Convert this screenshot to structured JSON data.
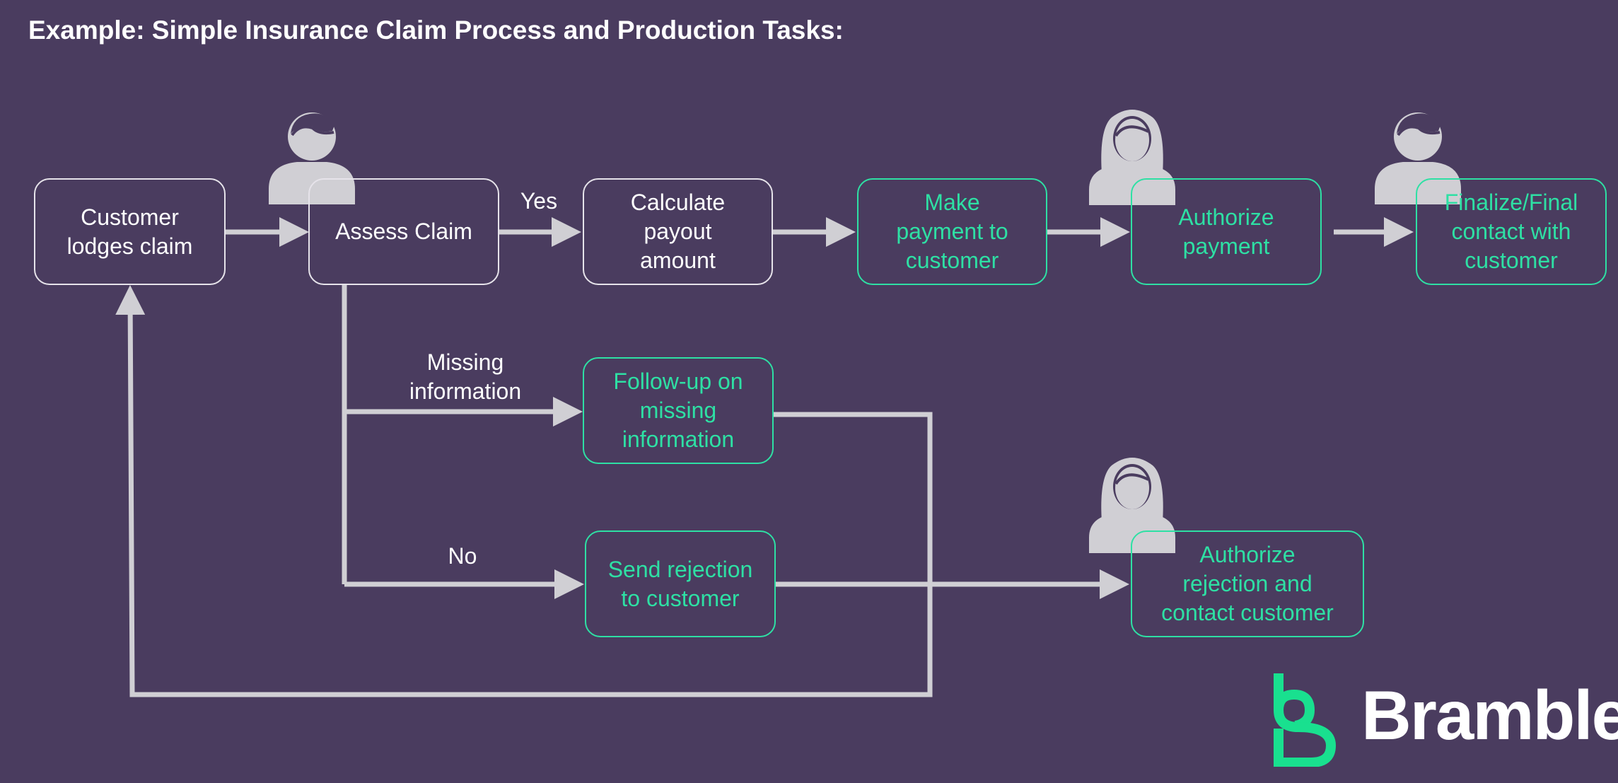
{
  "title": "Example: Simple Insurance Claim Process and Production Tasks:",
  "colors": {
    "background": "#4a3c5f",
    "node_border": "#e6e3ea",
    "production_task": "#2ee0a4",
    "connector": "#d0cfd4",
    "person_icon": "#d0cfd4"
  },
  "nodes": {
    "customer_lodges": "Customer\nlodges claim",
    "assess_claim": "Assess Claim",
    "calculate_payout": "Calculate\npayout\namount",
    "make_payment": "Make\npayment to\ncustomer",
    "authorize_payment": "Authorize\npayment",
    "finalize_contact": "Finalize/Final\ncontact with\ncustomer",
    "follow_up": "Follow-up on\nmissing\ninformation",
    "send_rejection": "Send rejection\nto customer",
    "authorize_rejection": "Authorize\nrejection and\ncontact customer"
  },
  "edge_labels": {
    "yes": "Yes",
    "missing_information": "Missing\ninformation",
    "no": "No"
  },
  "icons": {
    "person_male": "person-male-icon",
    "person_female": "person-female-icon"
  },
  "logo": {
    "name": "Bramble"
  }
}
